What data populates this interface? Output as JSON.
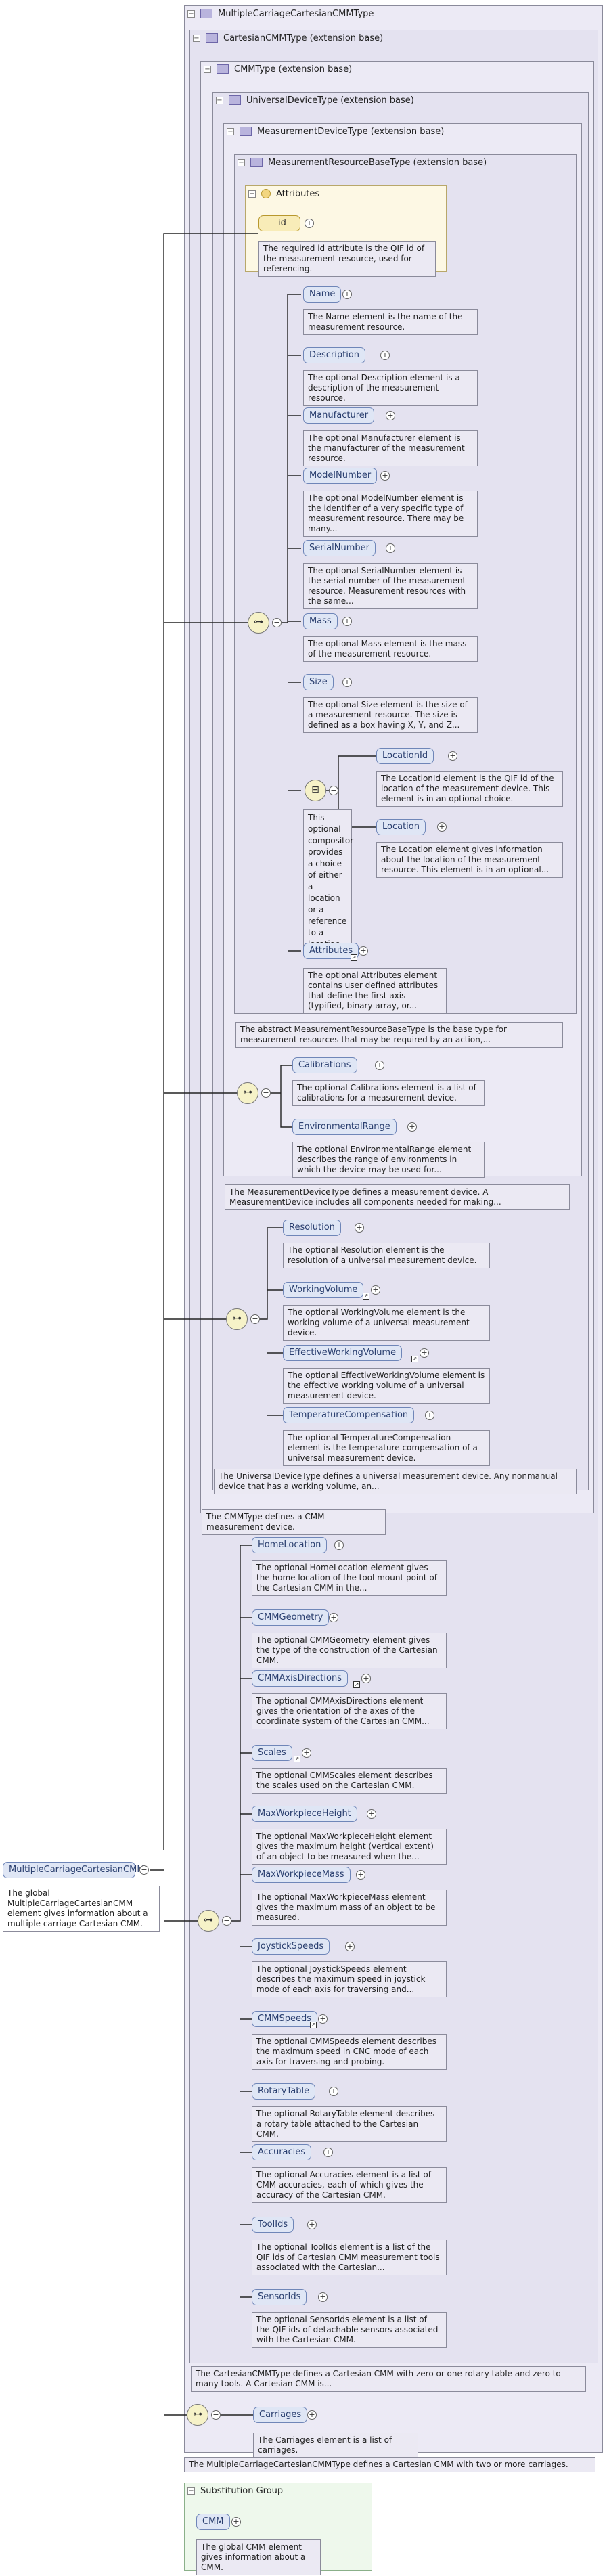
{
  "types": {
    "root": "MultipleCarriageCartesianCMMType",
    "cartesian": "CartesianCMMType (extension base)",
    "cmm": "CMMType (extension base)",
    "universal": "UniversalDeviceType (extension base)",
    "measurement": "MeasurementDeviceType (extension base)",
    "resource": "MeasurementResourceBaseType (extension base)"
  },
  "attributes": {
    "title": "Attributes",
    "id_label": "id",
    "id_desc": "The required id attribute is the QIF id of the measurement resource, used for referencing."
  },
  "resource_elements": [
    {
      "label": "Name",
      "desc": "The Name element is the name of the measurement resource."
    },
    {
      "label": "Description",
      "desc": "The optional Description element is a description of the measurement resource."
    },
    {
      "label": "Manufacturer",
      "desc": "The optional Manufacturer element is the manufacturer of the measurement resource."
    },
    {
      "label": "ModelNumber",
      "desc": "The optional ModelNumber element is the identifier of a very specific type of measurement resource. There may be many..."
    },
    {
      "label": "SerialNumber",
      "desc": "The optional SerialNumber element is the serial number of the measurement resource. Measurement resources with the same..."
    },
    {
      "label": "Mass",
      "desc": "The optional Mass element is the mass of the measurement resource."
    },
    {
      "label": "Size",
      "desc": "The optional Size element is the size of a measurement resource. The size is defined as a box having X, Y, and Z..."
    }
  ],
  "choice": {
    "desc": "This optional compositor provides a choice of either a location or a reference to a location.",
    "items": [
      {
        "label": "LocationId",
        "desc": "The LocationId element is the QIF id of the location of the measurement device. This element is in an optional choice."
      },
      {
        "label": "Location",
        "desc": "The Location element gives information about the location of the measurement resource. This element is in an optional..."
      }
    ]
  },
  "attributes_elem": {
    "label": "Attributes",
    "desc": "The optional Attributes element contains user defined attributes that define the first axis (typified, binary array, or..."
  },
  "resource_desc": "The abstract MeasurementResourceBaseType is the base type for measurement resources that may be required by an action,...",
  "measurement_elements": [
    {
      "label": "Calibrations",
      "desc": "The optional Calibrations element is a list of calibrations for a measurement device."
    },
    {
      "label": "EnvironmentalRange",
      "desc": "The optional EnvironmentalRange element describes the range of environments in which the device may be used for..."
    }
  ],
  "measurement_desc": "The MeasurementDeviceType defines a measurement device. A MeasurementDevice includes all components needed for making...",
  "universal_elements": [
    {
      "label": "Resolution",
      "desc": "The optional Resolution element is the resolution of a universal measurement device."
    },
    {
      "label": "WorkingVolume",
      "desc": "The optional WorkingVolume element is the working volume of a universal measurement device."
    },
    {
      "label": "EffectiveWorkingVolume",
      "desc": "The optional EffectiveWorkingVolume element is the effective working volume of a universal measurement device."
    },
    {
      "label": "TemperatureCompensation",
      "desc": "The optional TemperatureCompensation element is the temperature compensation of a universal measurement device."
    }
  ],
  "universal_desc": "The UniversalDeviceType defines a universal measurement device. Any nonmanual device that has a working volume, an...",
  "cmm_desc": "The CMMType defines a CMM measurement device.",
  "cartesian_elements": [
    {
      "label": "HomeLocation",
      "desc": "The optional HomeLocation element gives the home location of the tool mount point of the Cartesian CMM in the..."
    },
    {
      "label": "CMMGeometry",
      "desc": "The optional CMMGeometry element gives the type of the construction of the Cartesian CMM."
    },
    {
      "label": "CMMAxisDirections",
      "desc": "The optional CMMAxisDirections element gives the orientation of the axes of the coordinate system of the Cartesian CMM..."
    },
    {
      "label": "Scales",
      "desc": "The optional CMMScales element describes the scales used on the Cartesian CMM."
    },
    {
      "label": "MaxWorkpieceHeight",
      "desc": "The optional MaxWorkpieceHeight element gives the maximum height (vertical extent) of an object to be measured when the..."
    },
    {
      "label": "MaxWorkpieceMass",
      "desc": "The optional MaxWorkpieceMass element gives the maximum mass of an object to be measured."
    },
    {
      "label": "JoystickSpeeds",
      "desc": "The optional JoystickSpeeds element describes the maximum speed in joystick mode of each axis for traversing and..."
    },
    {
      "label": "CMMSpeeds",
      "desc": "The optional CMMSpeeds element describes the maximum speed in CNC mode of each axis for traversing and probing."
    },
    {
      "label": "RotaryTable",
      "desc": "The optional RotaryTable element describes a rotary table attached to the Cartesian CMM."
    },
    {
      "label": "Accuracies",
      "desc": "The optional Accuracies element is a list of CMM accuracies, each of which gives the accuracy of the Cartesian CMM."
    },
    {
      "label": "ToolIds",
      "desc": "The optional ToolIds element is a list of the QIF ids of Cartesian CMM measurement tools associated with the Cartesian..."
    },
    {
      "label": "SensorIds",
      "desc": "The optional SensorIds element is a list of the QIF ids of detachable sensors associated with the Cartesian CMM."
    }
  ],
  "cartesian_desc": "The CartesianCMMType defines a Cartesian CMM with zero or one rotary table and zero to many tools. A Cartesian CMM is...",
  "carriages": {
    "label": "Carriages",
    "desc": "The Carriages element is a list of carriages."
  },
  "root_desc": "The MultipleCarriageCartesianCMMType defines a Cartesian CMM with two or more carriages.",
  "global": {
    "label": "MultipleCarriageCartesianCMM",
    "desc": "The global MultipleCarriageCartesianCMM element gives information about a multiple carriage Cartesian CMM."
  },
  "substitution": {
    "title": "Substitution Group",
    "label": "CMM",
    "desc": "The global CMM element gives information about a CMM."
  },
  "icons": {
    "toggle": "−",
    "plus": "+",
    "seq": "⊶",
    "choice": "⊟"
  }
}
